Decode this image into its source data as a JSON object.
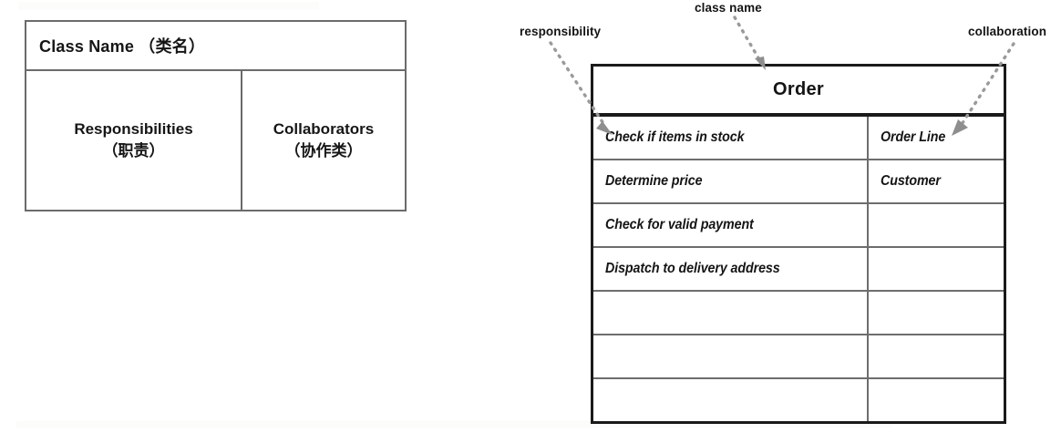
{
  "diagram": {
    "title": "CRC Card (Class-Responsibility-Collaboration) template and Order example",
    "colors": {
      "background": "#ffffff",
      "template_border": "#6b6b6b",
      "example_border": "#1a1a1a",
      "row_divider": "#6d6d6d",
      "text": "#141414",
      "leader_line": "#9a9a9a",
      "arrow_head": "#8e8e8e"
    }
  },
  "template_card": {
    "header_label": "Class Name （类名）",
    "columns": [
      {
        "title": "Responsibilities",
        "subtitle": "（职责）"
      },
      {
        "title": "Collaborators",
        "subtitle": "（协作类）"
      }
    ]
  },
  "example_card": {
    "class_name": "Order",
    "rows": [
      {
        "responsibility": "Check if items in stock",
        "collaborator": "Order Line"
      },
      {
        "responsibility": "Determine price",
        "collaborator": "Customer"
      },
      {
        "responsibility": "Check for valid payment",
        "collaborator": ""
      },
      {
        "responsibility": "Dispatch to delivery address",
        "collaborator": ""
      },
      {
        "responsibility": "",
        "collaborator": ""
      },
      {
        "responsibility": "",
        "collaborator": ""
      },
      {
        "responsibility": "",
        "collaborator": ""
      }
    ]
  },
  "annotations": [
    {
      "key": "responsibility",
      "label": "responsibility"
    },
    {
      "key": "class_name",
      "label": "class  name"
    },
    {
      "key": "collaboration",
      "label": "collaboration"
    }
  ]
}
